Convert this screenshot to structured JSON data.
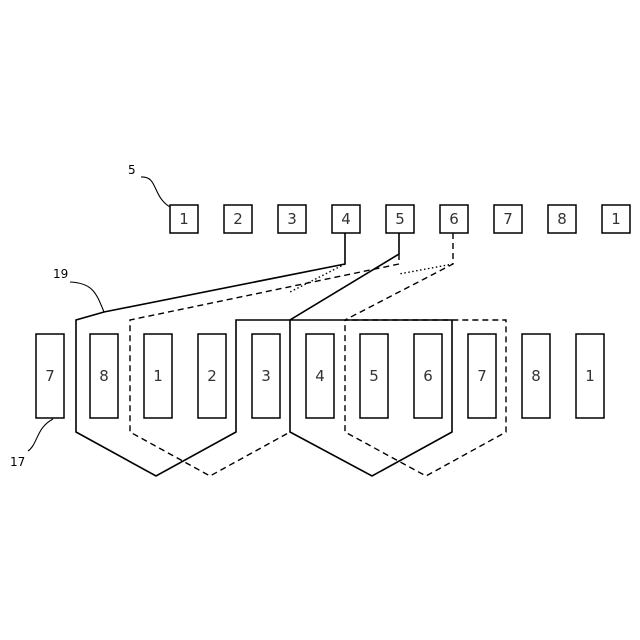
{
  "top_row_labels": [
    "1",
    "2",
    "3",
    "4",
    "5",
    "6",
    "7",
    "8",
    "1"
  ],
  "bottom_row_labels": [
    "7",
    "8",
    "1",
    "2",
    "3",
    "4",
    "5",
    "6",
    "7",
    "8",
    "1"
  ],
  "reference_numerals": {
    "top_row": "5",
    "winding": "19",
    "bottom_row": "17"
  }
}
